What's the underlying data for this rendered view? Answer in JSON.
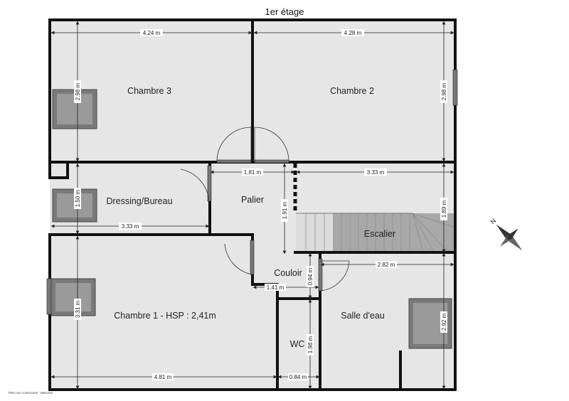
{
  "title": "1er étage",
  "rooms": {
    "chambre3": "Chambre 3",
    "chambre2": "Chambre 2",
    "dressing": "Dressing/Bureau",
    "palier": "Palier",
    "escalier": "Escalier",
    "couloir": "Couloir",
    "chambre1": "Chambre 1 - HSP : 2,41m",
    "wc": "WC",
    "salle_eau": "Salle d'eau"
  },
  "dimensions": {
    "c3_w": "4.24 m",
    "c3_h": "2.98 m",
    "c2_w": "4.28 m",
    "c2_h": "2.98 m",
    "palier_w": "1.81 m",
    "palier_h": "1.91 m",
    "esc_w": "3.33 m",
    "esc_h": "1.89 m",
    "dress_w": "3.33 m",
    "dress_h": "1.50 m",
    "couloir_w": "1.41 m",
    "couloir_h": "0.94 m",
    "sde_w": "2.82 m",
    "sde_h": "2.92 m",
    "c1_w": "4.81 m",
    "c1_h": "3.31 m",
    "wc_w": "0.84 m",
    "wc_h": "1.98 m"
  },
  "compass_label": "N",
  "footnote": "Plan non contractuel - Mesures"
}
